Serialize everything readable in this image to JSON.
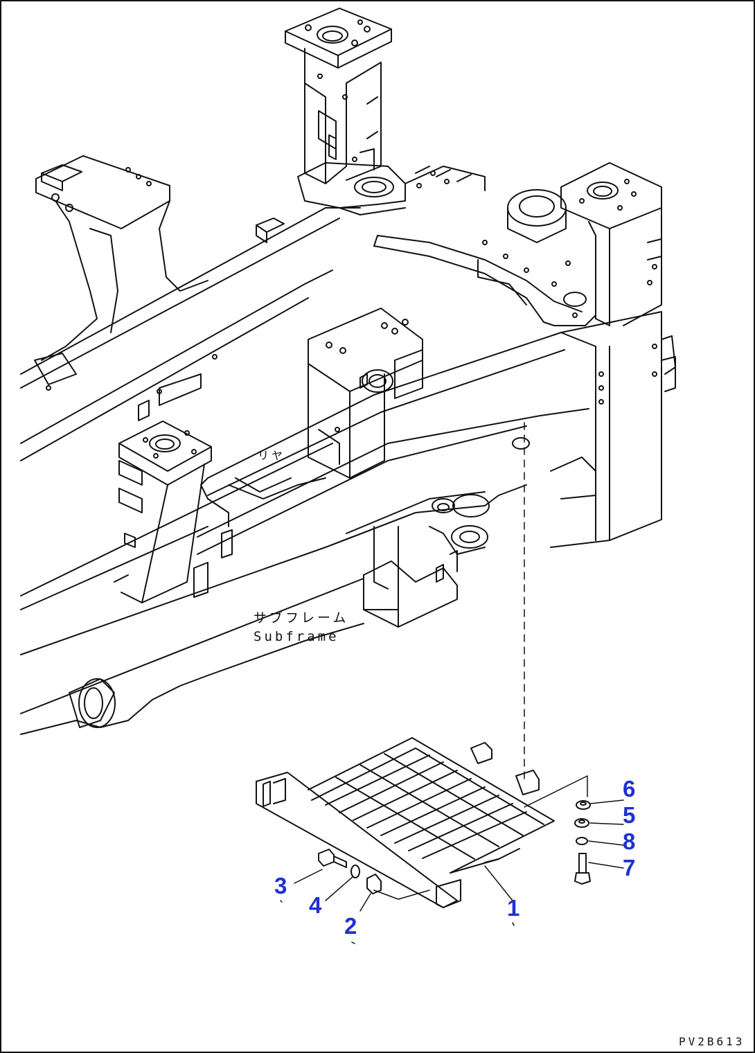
{
  "diagram": {
    "labels": {
      "subframe_jp": "サブフレーム",
      "subframe_en": "Subframe",
      "frame_note": "リヤ"
    },
    "parts": [
      {
        "no": "1"
      },
      {
        "no": "2"
      },
      {
        "no": "3"
      },
      {
        "no": "4"
      },
      {
        "no": "5"
      },
      {
        "no": "6"
      },
      {
        "no": "7"
      },
      {
        "no": "8"
      }
    ],
    "drawing_code": "PV2B613",
    "colors": {
      "line": "#111111",
      "callout": "#1f2fd6",
      "background": "#ffffff"
    }
  }
}
